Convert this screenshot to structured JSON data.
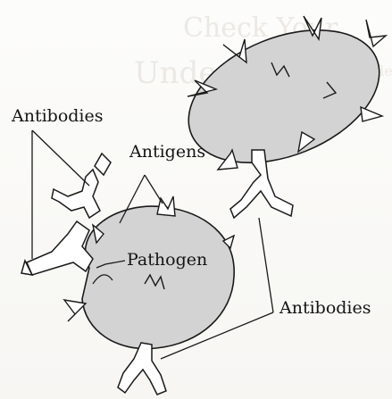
{
  "background_text": {
    "heading_line1": "Check Your",
    "heading_line2": "Understanding",
    "side_word": "Comple"
  },
  "labels": {
    "antibodies_top": "Antibodies",
    "antigens": "Antigens",
    "pathogen": "Pathogen",
    "antibodies_right": "Antibodies"
  },
  "colors": {
    "cell_fill": "#d3d3d3",
    "cell_outline": "#1a1a1a",
    "antibody_fill": "#ffffff",
    "text": "#151515"
  }
}
